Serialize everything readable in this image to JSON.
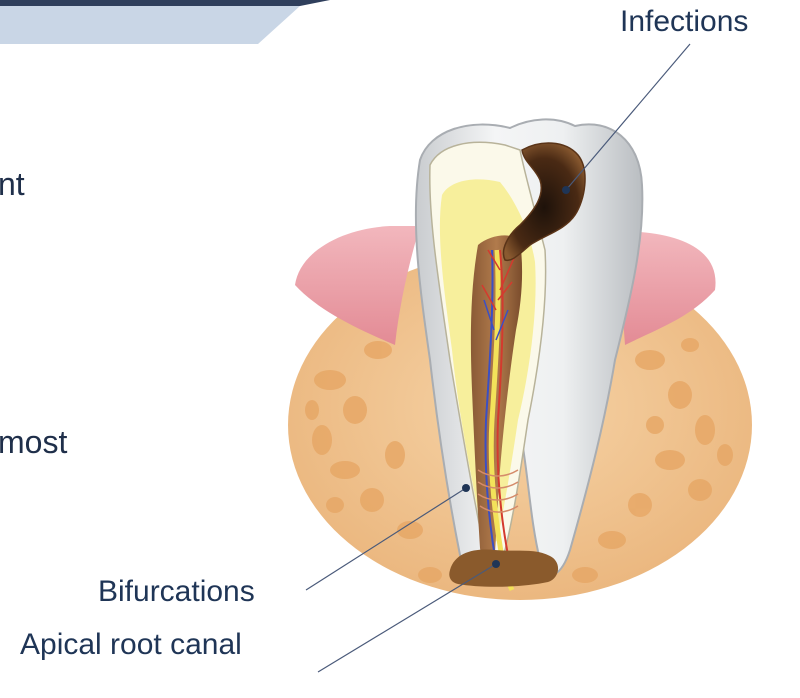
{
  "slide": {
    "text_fragments": [
      "nt",
      "most"
    ],
    "colors": {
      "banner_dark": "#2f3f5c",
      "banner_light": "#c9d6e6",
      "text": "#1f2f4a",
      "label_text": "#1f3556",
      "leader_line": "#4a5a7a"
    }
  },
  "diagram": {
    "labels": {
      "infections": "Infections",
      "bifurcations": "Bifurcations",
      "apical_root_canal": "Apical root canal"
    }
  }
}
